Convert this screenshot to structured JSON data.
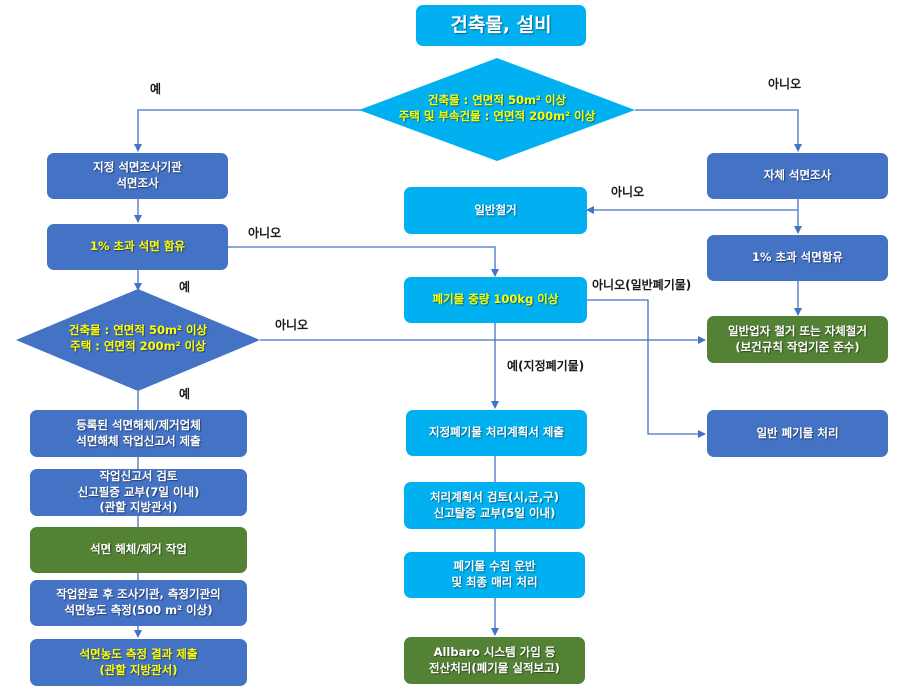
{
  "colors": {
    "blue_box": "#4472c4",
    "cyan_box": "#00b0f0",
    "green_box": "#548235",
    "highlight_text": "#ffff00",
    "connector": "#4472c4"
  },
  "title": "건축물, 설비",
  "decisions": {
    "top": "건축물 : 연면적 50m² 이상\n주택 및 부속건물 : 연면적 200m² 이상",
    "left": "건축물 : 연면적 50m² 이상\n주택 : 연면적 200m² 이상"
  },
  "left_column": {
    "survey": "지정 석면조사기관\n석면조사",
    "asbestos_check": "1% 초과 석면 함유",
    "report_submit": "등록된 석면해체/제거업체\n석면해체 작업신고서 제출",
    "report_review": "작업신고서 검토\n신고필증 교부(7일 이내)\n(관할 지방관서)",
    "removal_work": "석면 해체/제거 작업",
    "measurement": "작업완료 후 조사기관, 측정기관의\n석면농도 측정(500 m² 이상)",
    "result_submit": "석면농도 측정 결과 제출\n(관할 지방관서)"
  },
  "middle_column": {
    "general_demolition": "일반철거",
    "waste_weight": "폐기물 중량 100kg 이상",
    "waste_plan": "지정폐기물 처리계획서 제출",
    "plan_review": "처리계획서 검토(시,군,구)\n신고탈증 교부(5일 이내)",
    "waste_transport": "폐기물 수집 운반\n및 최종 매리 처리",
    "allbaro": "Allbaro 시스템 가입 등\n전산처리(폐기물 실적보고)"
  },
  "right_column": {
    "self_survey": "자체 석면조사",
    "asbestos_check": "1% 초과 석면함유",
    "general_removal": "일반업자 철거 또는 자체철거\n(보건규칙 작업기준 준수)",
    "general_waste": "일반 폐기물 처리"
  },
  "labels": {
    "top_yes": "예",
    "top_no": "아니오",
    "right_no": "아니오",
    "left_check_no": "아니오",
    "left_check_yes": "예",
    "left_decision_no": "아니오",
    "left_decision_yes": "예",
    "waste_no": "아니오(일반폐기물)",
    "waste_yes": "예(지정폐기물)"
  }
}
